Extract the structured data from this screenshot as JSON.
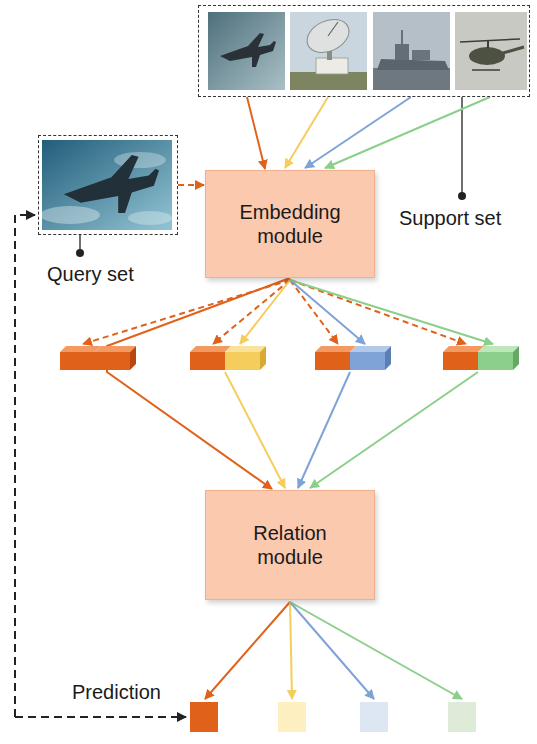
{
  "diagram": {
    "nodes": [
      {
        "text": [
          "Support set"
        ]
      },
      {
        "text": [
          "Query set"
        ]
      },
      {
        "text": [
          "Embedding module"
        ]
      },
      {
        "text": [
          "Relation module"
        ]
      }
    ],
    "edges": [
      {
        "from": 0,
        "to": 2,
        "arrow": "to"
      },
      {
        "from": 1,
        "to": 2,
        "arrow": "to"
      },
      {
        "from": 2,
        "to": 3,
        "arrow": "to"
      }
    ],
    "labels": [
      "Prediction"
    ]
  }
}
